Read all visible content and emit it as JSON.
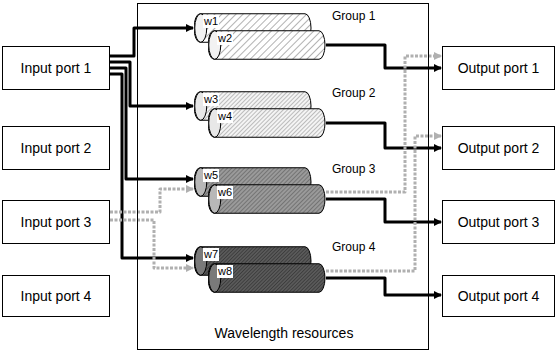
{
  "diagram": {
    "nodes": [
      {
        "text": [
          "Input port 1"
        ]
      },
      {
        "text": [
          "Input port 2"
        ]
      },
      {
        "text": [
          "Input port 3"
        ]
      },
      {
        "text": [
          "Input port 4"
        ]
      },
      {
        "text": [
          "Wavelength resources"
        ]
      },
      {
        "text": [
          "w1"
        ],
        "in": 4
      },
      {
        "text": [
          "w2"
        ],
        "in": 4
      },
      {
        "text": [
          "w3"
        ],
        "in": 4
      },
      {
        "text": [
          "w4"
        ],
        "in": 4
      },
      {
        "text": [
          "w5"
        ],
        "in": 4
      },
      {
        "text": [
          "w6"
        ],
        "in": 4
      },
      {
        "text": [
          "w7"
        ],
        "in": 4
      },
      {
        "text": [
          "w8"
        ],
        "in": 4
      },
      {
        "text": [
          "Output port 1"
        ]
      },
      {
        "text": [
          "Output port 2"
        ]
      },
      {
        "text": [
          "Output port 3"
        ]
      },
      {
        "text": [
          "Output port 4"
        ]
      }
    ],
    "edges": [
      {
        "from": 0,
        "to": 5,
        "arrow": "to"
      },
      {
        "from": 0,
        "to": 7,
        "arrow": "to"
      },
      {
        "from": 0,
        "to": 9,
        "arrow": "to"
      },
      {
        "from": 0,
        "to": 11,
        "arrow": "to"
      },
      {
        "from": 2,
        "to": 9,
        "arrow": "to"
      },
      {
        "from": 2,
        "to": 11,
        "arrow": "to"
      },
      {
        "from": 6,
        "to": 13,
        "arrow": "to"
      },
      {
        "from": 8,
        "to": 14,
        "arrow": "to"
      },
      {
        "from": 10,
        "to": 15,
        "arrow": "to"
      },
      {
        "from": 12,
        "to": 16,
        "arrow": "to"
      },
      {
        "from": 10,
        "to": 13,
        "arrow": "to"
      },
      {
        "from": 12,
        "to": 14,
        "arrow": "to"
      }
    ],
    "labels": [
      "Group 1",
      "Group 2",
      "Group 3",
      "Group 4"
    ]
  }
}
